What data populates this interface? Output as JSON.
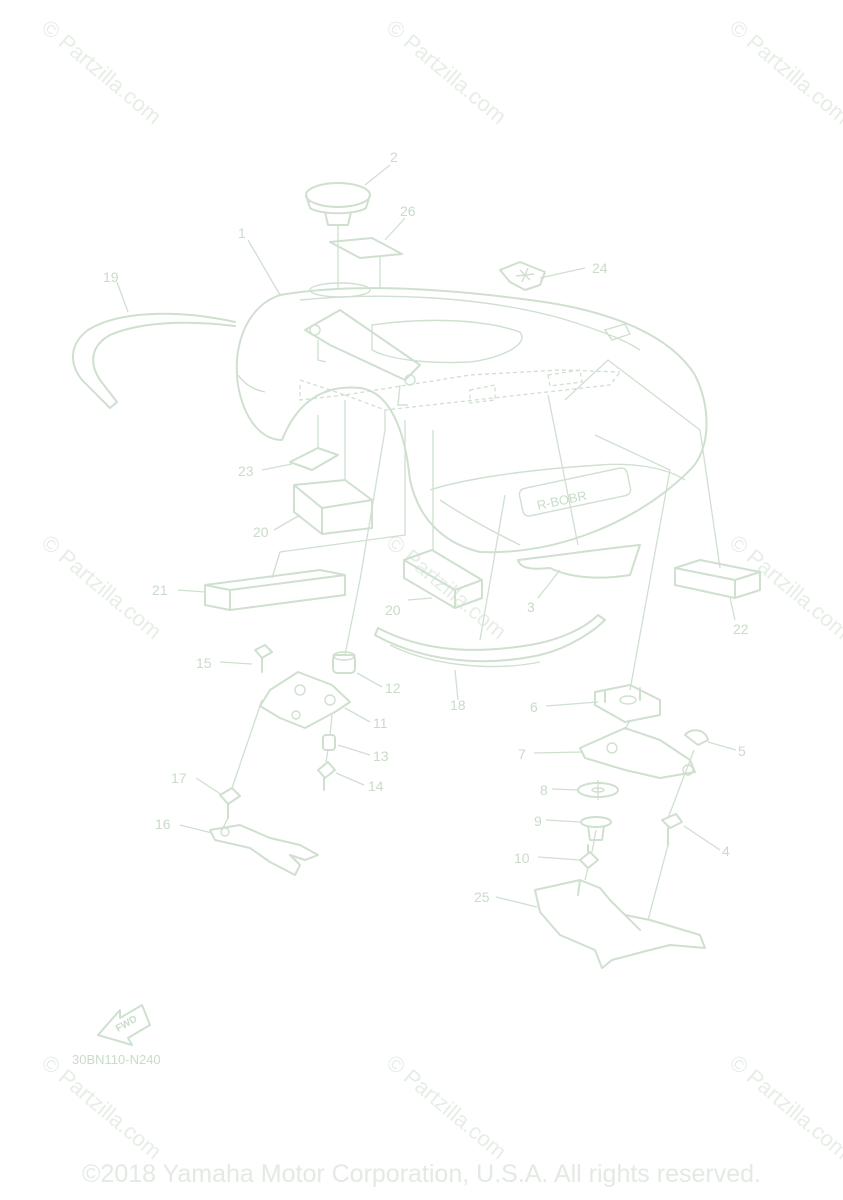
{
  "watermark_text": "© Partzilla.com",
  "diagram_code": "30BN110-N240",
  "fwd_label": "FWD",
  "brand_badge": "R-BOBR",
  "copyright": "©2018 Yamaha Motor Corporation, U.S.A. All rights reserved.",
  "callouts": [
    "1",
    "2",
    "3",
    "4",
    "5",
    "6",
    "7",
    "8",
    "9",
    "10",
    "11",
    "12",
    "13",
    "14",
    "15",
    "16",
    "17",
    "18",
    "19",
    "20",
    "20",
    "21",
    "22",
    "23",
    "24",
    "25",
    "26"
  ],
  "colors": {
    "line": "#cfe0cf",
    "label": "#c8dcc8",
    "watermark": "#e6eee6"
  }
}
